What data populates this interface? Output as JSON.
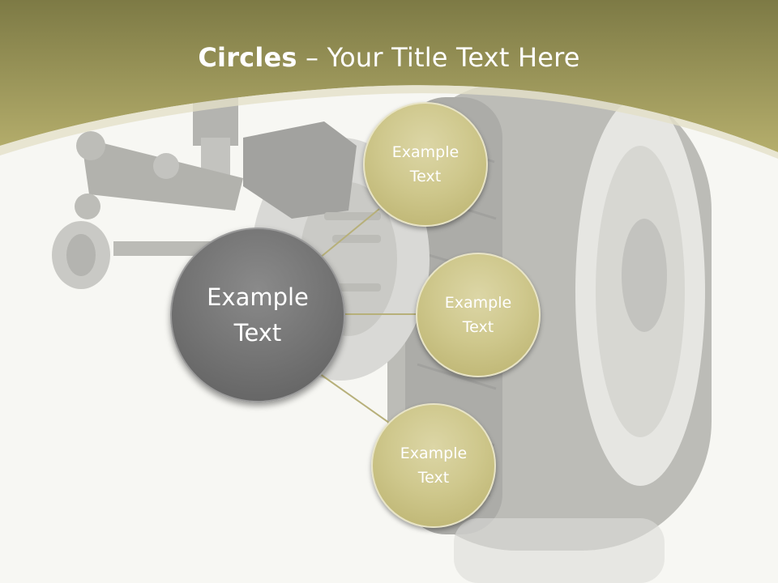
{
  "slide": {
    "title_bold": "Circles",
    "title_rest": " – Your Title Text Here",
    "center": {
      "label": "Example\nText"
    },
    "satellites": [
      {
        "label": "Example\nText"
      },
      {
        "label": "Example\nText"
      },
      {
        "label": "Example\nText"
      }
    ]
  },
  "colors": {
    "header": "#a9a262",
    "accent_circle": "#cfc88d",
    "center_circle": "#747474",
    "background": "#f7f7f3"
  },
  "icons": [
    "wheel-suspension-illustration"
  ]
}
